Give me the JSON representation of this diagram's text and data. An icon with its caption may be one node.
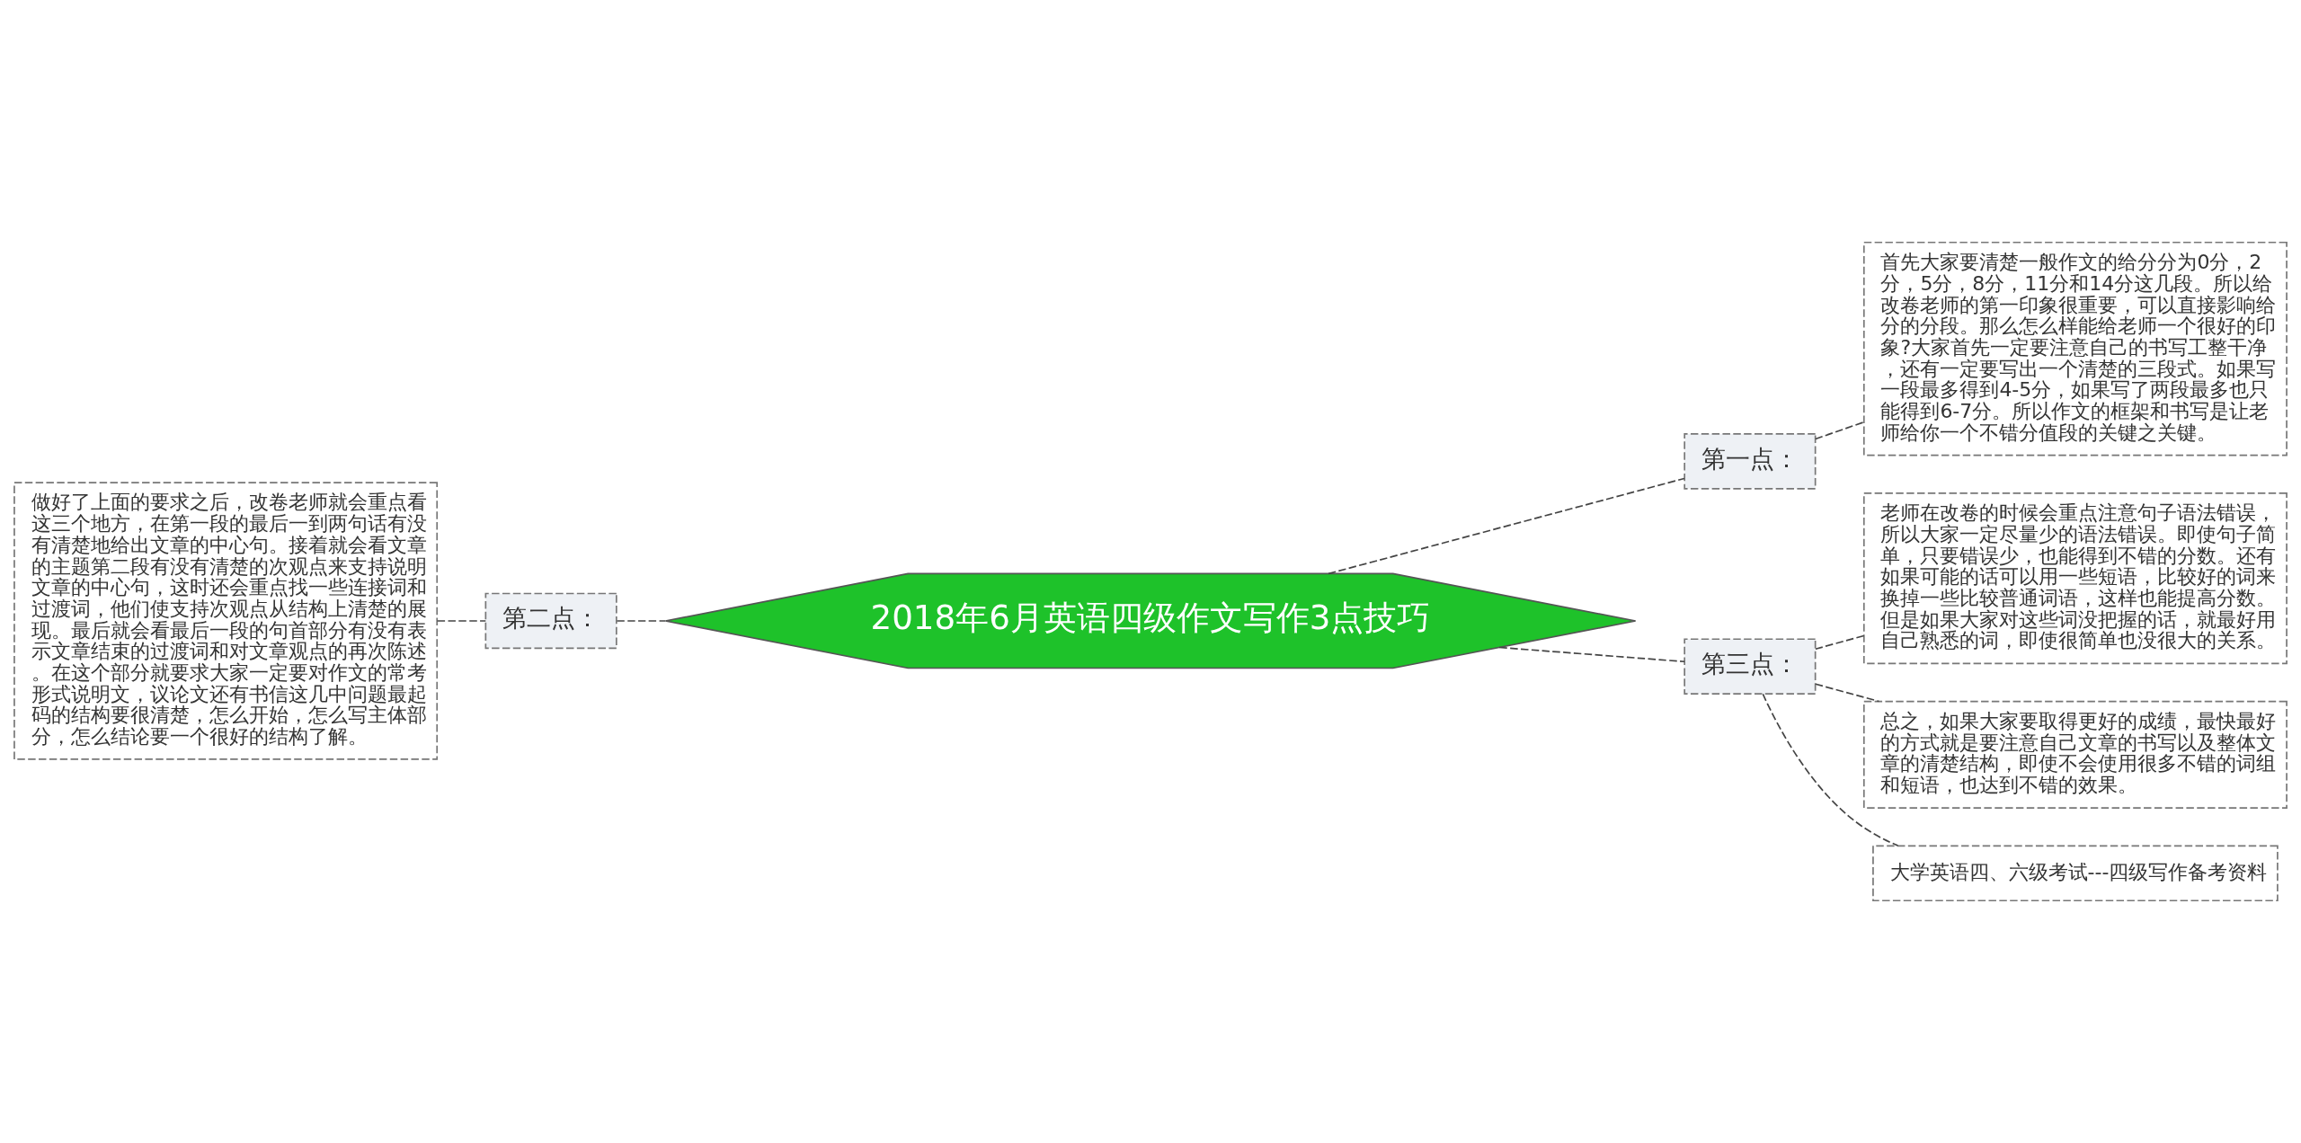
{
  "diagram": {
    "nodes": [
      {
        "text": [
          "2018年6月英语四级作文写作3点技巧"
        ]
      },
      {
        "text": [
          "第一点："
        ]
      },
      {
        "text": [
          "首先大家要清楚一般作文的给分分为0分，2分，5分，8分，11分和14分这几段。所以给改卷老师的第一印象很重要，可以直接影响给分的分段。那么怎么样能给老师一个很好的印象?大家首先一定要注意自己的书写工整干净，还有一定要写出一个清楚的三段式。如果写一段最多得到4-5分，如果写了两段最多也只能得到6-7分。所以作文的框架和书写是让老师给你一个不错分值段的关键之关键。"
        ]
      },
      {
        "text": [
          "第二点："
        ]
      },
      {
        "text": [
          "做好了上面的要求之后，改卷老师就会重点看这三个地方，在第一段的最后一到两句话有没有清楚地给出文章的中心句。接着就会看文章的主题第二段有没有清楚的次观点来支持说明文章的中心句，这时还会重点找一些连接词和过渡词，他们使支持次观点从结构上清楚的展现。最后就会看最后一段的句首部分有没有表示文章结束的过渡词和对文章观点的再次陈述。在这个部分就要求大家一定要对作文的常考形式说明文，议论文还有书信这几中问题最起码的结构要很清楚，怎么开始，怎么写主体部分，怎么结论要一个很好的结构了解。"
        ]
      },
      {
        "text": [
          "第三点："
        ]
      },
      {
        "text": [
          "老师在改卷的时候会重点注意句子语法错误，所以大家一定尽量少的语法错误。即使句子简单，只要错误少，也能得到不错的分数。还有如果可能的话可以用一些短语，比较好的词来换掉一些比较普通词语，这样也能提高分数。但是如果大家对这些词没把握的话，就最好用自己熟悉的词，即使很简单也没很大的关系。"
        ]
      },
      {
        "text": [
          "总之，如果大家要取得更好的成绩，最快最好的方式就是要注意自己文章的书写以及整体文章的清楚结构，即使不会使用很多不错的词组和短语，也达到不错的效果。"
        ]
      },
      {
        "text": [
          "大学英语四、六级考试---四级写作备考资料"
        ]
      }
    ],
    "edges": [
      {
        "from": 0,
        "to": 1,
        "arrow": "none",
        "style": "dashed"
      },
      {
        "from": 1,
        "to": 2,
        "arrow": "none",
        "style": "dashed"
      },
      {
        "from": 0,
        "to": 3,
        "arrow": "none",
        "style": "dashed"
      },
      {
        "from": 3,
        "to": 4,
        "arrow": "none",
        "style": "dashed"
      },
      {
        "from": 0,
        "to": 5,
        "arrow": "none",
        "style": "dashed"
      },
      {
        "from": 5,
        "to": 6,
        "arrow": "none",
        "style": "dashed"
      },
      {
        "from": 5,
        "to": 7,
        "arrow": "none",
        "style": "dashed"
      },
      {
        "from": 5,
        "to": 8,
        "arrow": "none",
        "style": "dashed"
      }
    ]
  }
}
